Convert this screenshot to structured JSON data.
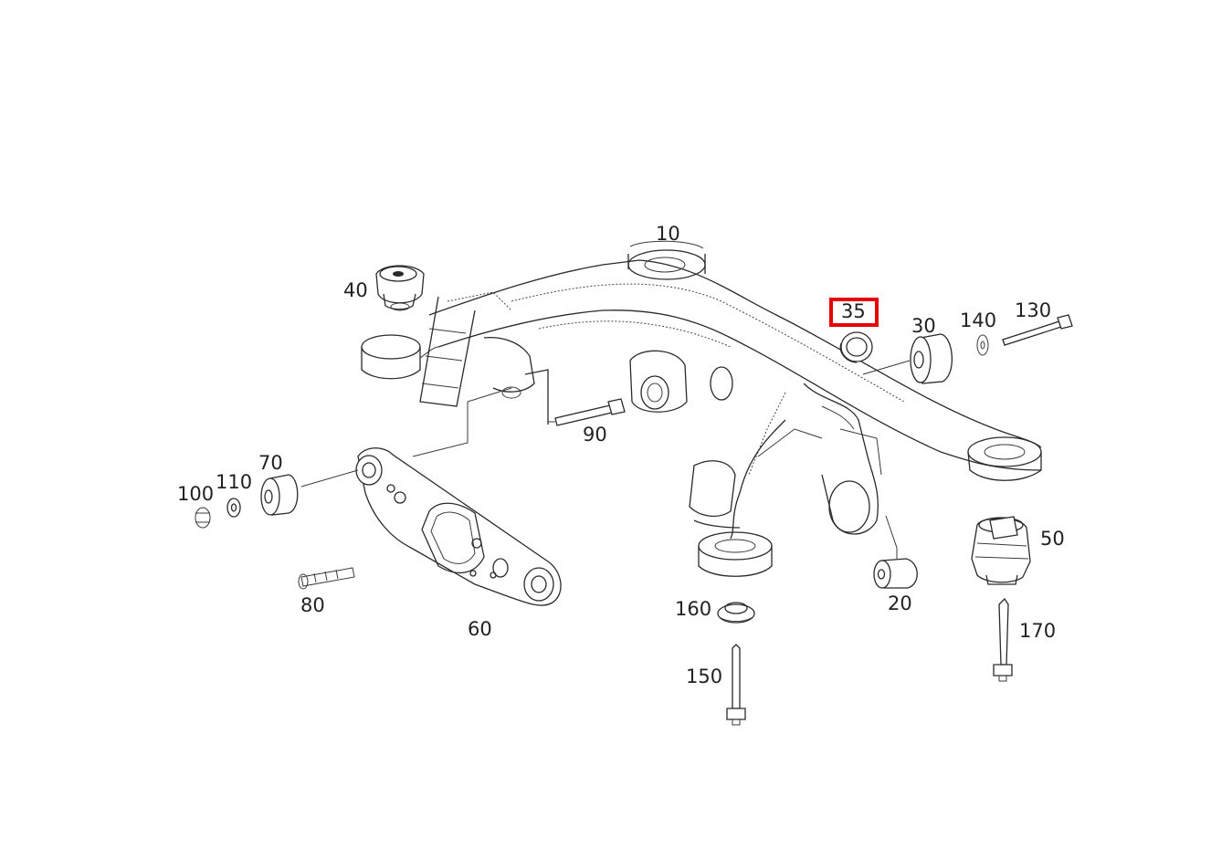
{
  "diagram": {
    "labels": {
      "p10": "10",
      "p20": "20",
      "p30": "30",
      "p35": "35",
      "p40": "40",
      "p50": "50",
      "p60": "60",
      "p70": "70",
      "p80": "80",
      "p90": "90",
      "p100": "100",
      "p110": "110",
      "p130": "130",
      "p140": "140",
      "p150": "150",
      "p160": "160",
      "p170": "170"
    },
    "highlighted_part": "35",
    "colors": {
      "highlight": "#e60000",
      "line": "#2a2a2a",
      "text": "#222222"
    }
  }
}
